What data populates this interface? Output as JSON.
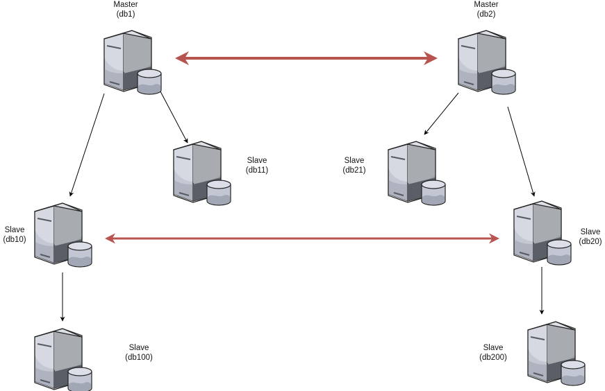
{
  "diagram": {
    "type": "database-replication-topology",
    "colors": {
      "replication_link": "#b85450",
      "sync_arrow": "#000000",
      "server_front": "#c4c8d2",
      "server_side": "#9ea1a6",
      "server_dark": "#5a5e66",
      "outline": "#222222"
    },
    "nodes": [
      {
        "id": "db1",
        "role": "Master",
        "name": "(db1)",
        "icon": "database-server-icon"
      },
      {
        "id": "db2",
        "role": "Master",
        "name": "(db2)",
        "icon": "database-server-icon"
      },
      {
        "id": "db11",
        "role": "Slave",
        "name": "(db11)",
        "icon": "database-server-icon"
      },
      {
        "id": "db21",
        "role": "Slave",
        "name": "(db21)",
        "icon": "database-server-icon"
      },
      {
        "id": "db10",
        "role": "Slave",
        "name": "(db10)",
        "icon": "database-server-icon"
      },
      {
        "id": "db20",
        "role": "Slave",
        "name": "(db20)",
        "icon": "database-server-icon"
      },
      {
        "id": "db100",
        "role": "Slave",
        "name": "(db100)",
        "icon": "database-server-icon"
      },
      {
        "id": "db200",
        "role": "Slave",
        "name": "(db200)",
        "icon": "database-server-icon"
      }
    ],
    "edges": [
      {
        "from": "db1",
        "to": "db2",
        "kind": "bidirectional",
        "style": "replication_link"
      },
      {
        "from": "db10",
        "to": "db20",
        "kind": "bidirectional",
        "style": "replication_link"
      },
      {
        "from": "db1",
        "to": "db10",
        "kind": "directed",
        "style": "sync_arrow"
      },
      {
        "from": "db1",
        "to": "db11",
        "kind": "directed",
        "style": "sync_arrow"
      },
      {
        "from": "db2",
        "to": "db21",
        "kind": "directed",
        "style": "sync_arrow"
      },
      {
        "from": "db2",
        "to": "db20",
        "kind": "directed",
        "style": "sync_arrow"
      },
      {
        "from": "db10",
        "to": "db100",
        "kind": "directed",
        "style": "sync_arrow"
      },
      {
        "from": "db20",
        "to": "db200",
        "kind": "directed",
        "style": "sync_arrow"
      }
    ]
  }
}
